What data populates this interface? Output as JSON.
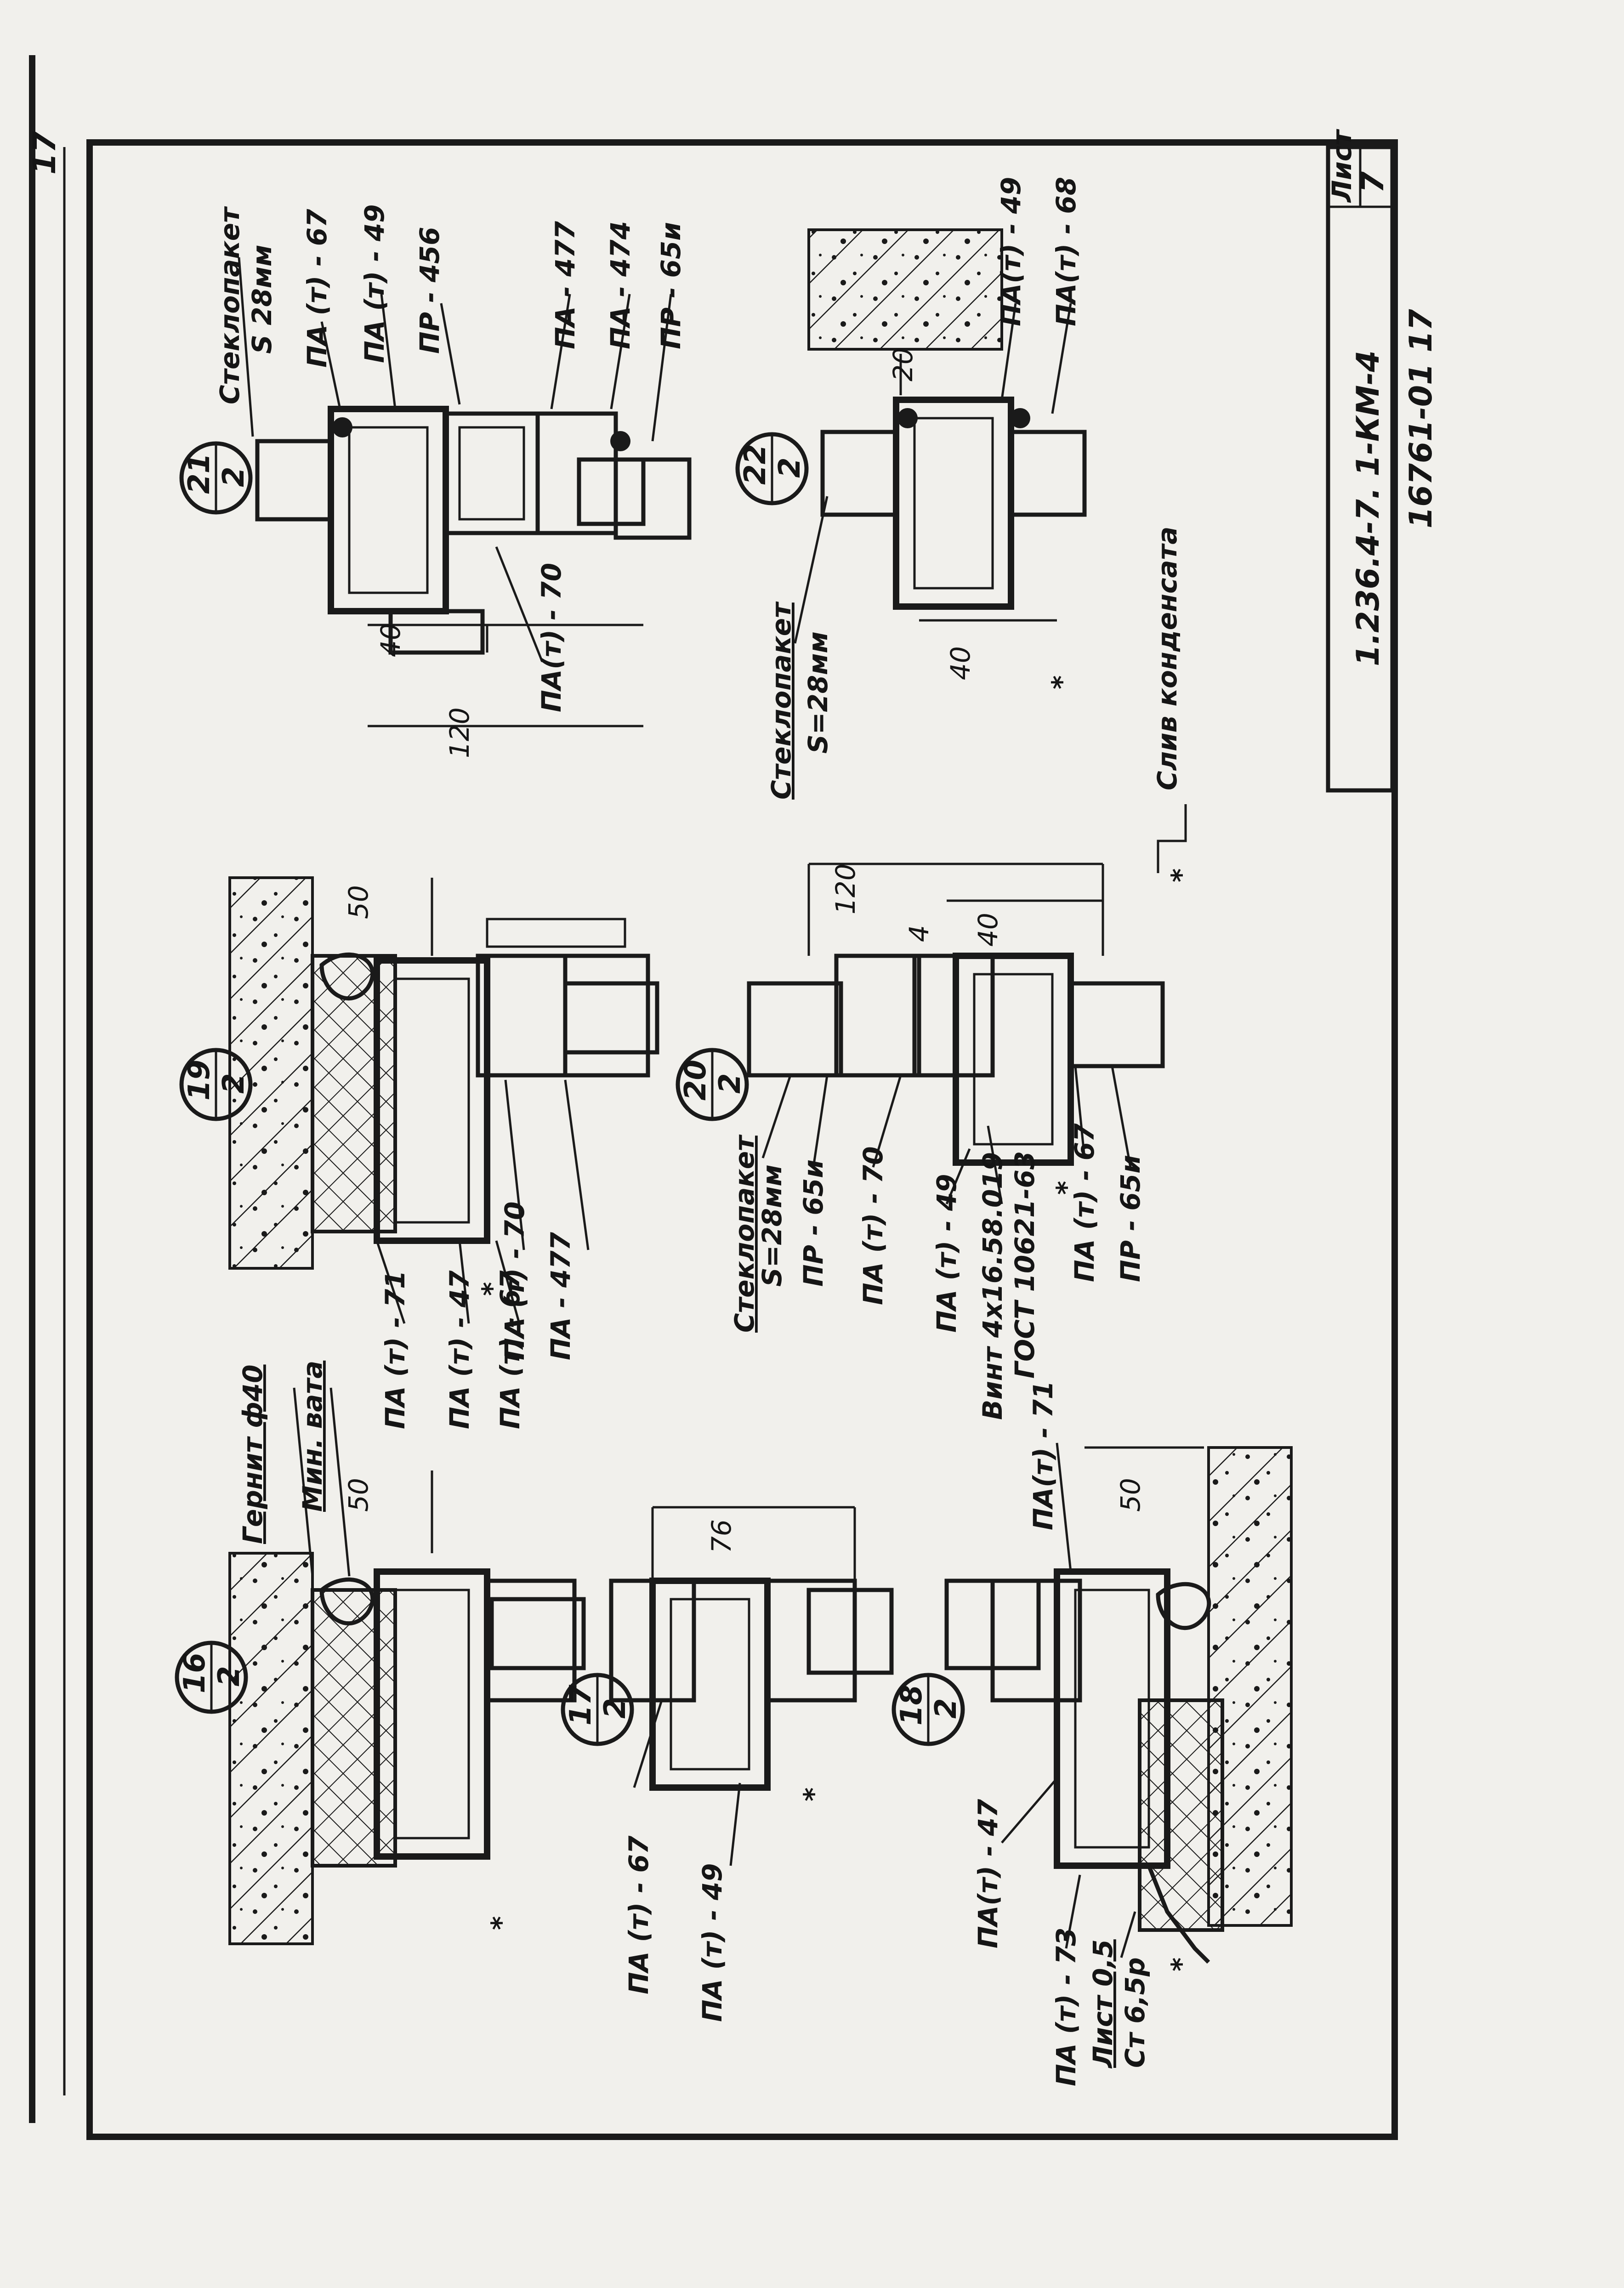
{
  "margin_mark": "17",
  "sheet_label": "Лист",
  "sheet_number": "7",
  "doc_code": "1.236.4-7. 1-КМ-4",
  "doc_code2": "16761-01   17",
  "asterisk": "*",
  "drain_note": "Слив конденсата",
  "details": [
    {
      "id": "d21",
      "num": "21",
      "den": "2",
      "labels": [
        "Стеклопакет",
        "S 28мм",
        "ПА (т) - 67",
        "ПА (т) - 49",
        "ПР - 456",
        "ПА - 477",
        "ПА - 474",
        "ПР - 65и",
        "ПА(т) - 70"
      ],
      "dims": [
        "40",
        "120"
      ]
    },
    {
      "id": "d22",
      "num": "22",
      "den": "2",
      "labels": [
        "ПА(т) - 49",
        "ПА(т) - 68",
        "Стеклопакет",
        "S=28мм"
      ],
      "dims": [
        "20",
        "40"
      ]
    },
    {
      "id": "d19",
      "num": "19",
      "den": "2",
      "labels": [
        "ПА (т) - 70",
        "ПА - 477",
        "ПА (т) - 71",
        "ПА (т) - 47",
        "ПА (т) - 67"
      ],
      "dims": [
        "50"
      ]
    },
    {
      "id": "d20",
      "num": "20",
      "den": "2",
      "labels": [
        "Стеклопакет",
        "S=28мм",
        "ПР - 65и",
        "ПА (т) - 70",
        "ПА (т) - 49",
        "Винт 4х16.58.019",
        "ГОСТ 10621-63",
        "ПА (т) - 67",
        "ПР - 65и"
      ],
      "dims": [
        "120",
        "4",
        "40"
      ]
    },
    {
      "id": "d16",
      "num": "16",
      "den": "2",
      "labels": [
        "Гернит ф40",
        "Мин. вата"
      ],
      "dims": [
        "50"
      ]
    },
    {
      "id": "d17",
      "num": "17",
      "den": "2",
      "labels": [
        "ПА (т) - 67",
        "ПА (т) - 49"
      ],
      "dims": [
        "76"
      ]
    },
    {
      "id": "d18",
      "num": "18",
      "den": "2",
      "labels": [
        "ПА(т) - 71",
        "ПА(т) - 47",
        "ПА (т) - 73",
        "Лист 0,5",
        "Ст 6,5р"
      ],
      "dims": [
        "50"
      ]
    }
  ]
}
